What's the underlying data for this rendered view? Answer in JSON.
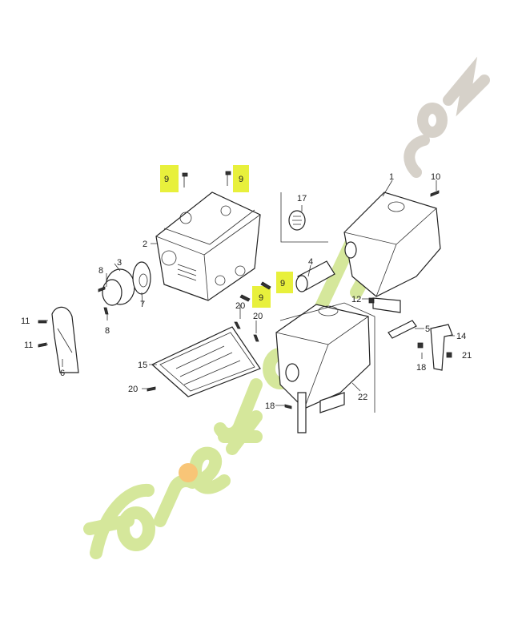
{
  "diagram": {
    "highlight_color": "#e8f03c",
    "callouts": {
      "c9a": "9",
      "c9b": "9",
      "c9c": "9",
      "c9d": "9",
      "c1": "1",
      "c2": "2",
      "c3": "3",
      "c4": "4",
      "c5": "5",
      "c6": "6",
      "c7": "7",
      "c8a": "8",
      "c8b": "8",
      "c10": "10",
      "c11a": "11",
      "c11b": "11",
      "c12": "12",
      "c14": "14",
      "c15": "15",
      "c17": "17",
      "c18a": "18",
      "c18b": "18",
      "c20a": "20",
      "c20b": "20",
      "c20c": "20",
      "c21": "21",
      "c22": "22"
    }
  },
  "watermark": {
    "text": "foretjardin.com",
    "colors": {
      "green": "#c8e07a",
      "orange": "#f6b24a",
      "gray": "#c9c2b8"
    }
  }
}
